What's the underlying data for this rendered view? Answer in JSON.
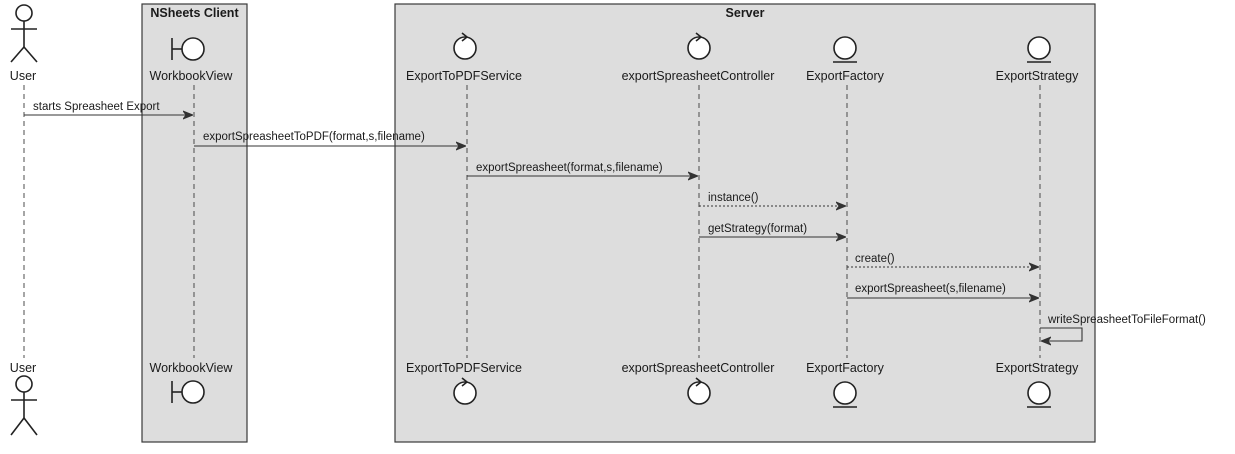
{
  "boxes": {
    "client_title": "NSheets Client",
    "server_title": "Server"
  },
  "participants": {
    "user": "User",
    "workbook_view": "WorkbookView",
    "export_to_pdf_service": "ExportToPDFService",
    "export_controller": "exportSpreasheetController",
    "export_factory": "ExportFactory",
    "export_strategy": "ExportStrategy"
  },
  "messages": [
    {
      "label": "starts Spreasheet Export",
      "style": "solid"
    },
    {
      "label": "exportSpreasheetToPDF(format,s,filename)",
      "style": "solid"
    },
    {
      "label": "exportSpreasheet(format,s,filename)",
      "style": "solid"
    },
    {
      "label": "instance()",
      "style": "dotted"
    },
    {
      "label": "getStrategy(format)",
      "style": "solid"
    },
    {
      "label": "create()",
      "style": "dotted"
    },
    {
      "label": "exportSpreasheet(s,filename)",
      "style": "solid"
    },
    {
      "label": "writeSpreasheetToFileFormat()",
      "style": "solid"
    }
  ],
  "icons": {
    "user": "actor-stick-figure-icon",
    "workbook_view": "boundary-icon",
    "export_to_pdf_service": "control-icon",
    "export_controller": "control-icon",
    "export_factory": "entity-icon",
    "export_strategy": "entity-icon"
  },
  "colors": {
    "box_fill": "#dddddd",
    "line": "#333333"
  }
}
